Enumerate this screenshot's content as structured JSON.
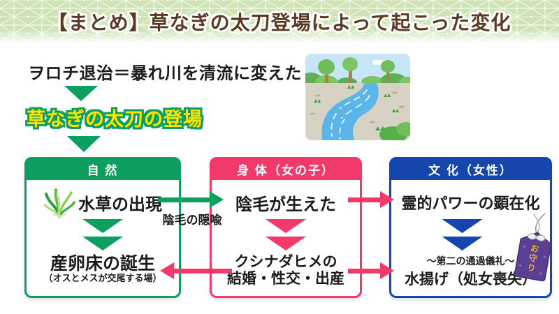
{
  "banner": {
    "title": "【まとめ】草なぎの太刀登場によって起こった変化"
  },
  "flow": {
    "statement": "ヲロチ退治＝暴れ川を清流に変えた",
    "highlight": "草なぎの太刀の登場",
    "metaphor_label": "陰毛の隠喩"
  },
  "columns": [
    {
      "header": "自 然",
      "top": "水草の出現",
      "bottom": "産卵床の誕生",
      "note": "（オスとメスが交尾する場）"
    },
    {
      "header": "身 体（女の子）",
      "top": "陰毛が生えた",
      "bottom_line1": "クシナダヒメの",
      "bottom_line2": "結婚・性交・出産"
    },
    {
      "header": "文 化（女性）",
      "top": "霊的パワーの顕在化",
      "note": "～第二の通過儀礼～",
      "bottom": "水揚げ（処女喪失）"
    }
  ],
  "amulet": {
    "label": "お守り"
  },
  "icons": {
    "river": "river-illustration",
    "water_plant": "water-plant-icon",
    "amulet": "omamori-amulet-icon"
  },
  "colors": {
    "green": "#0d9f60",
    "pink": "#f2396b",
    "blue": "#1646ad",
    "yellow": "#ffe400",
    "title_brown": "#5b3a21",
    "banner_green": "#cfe3b4"
  }
}
